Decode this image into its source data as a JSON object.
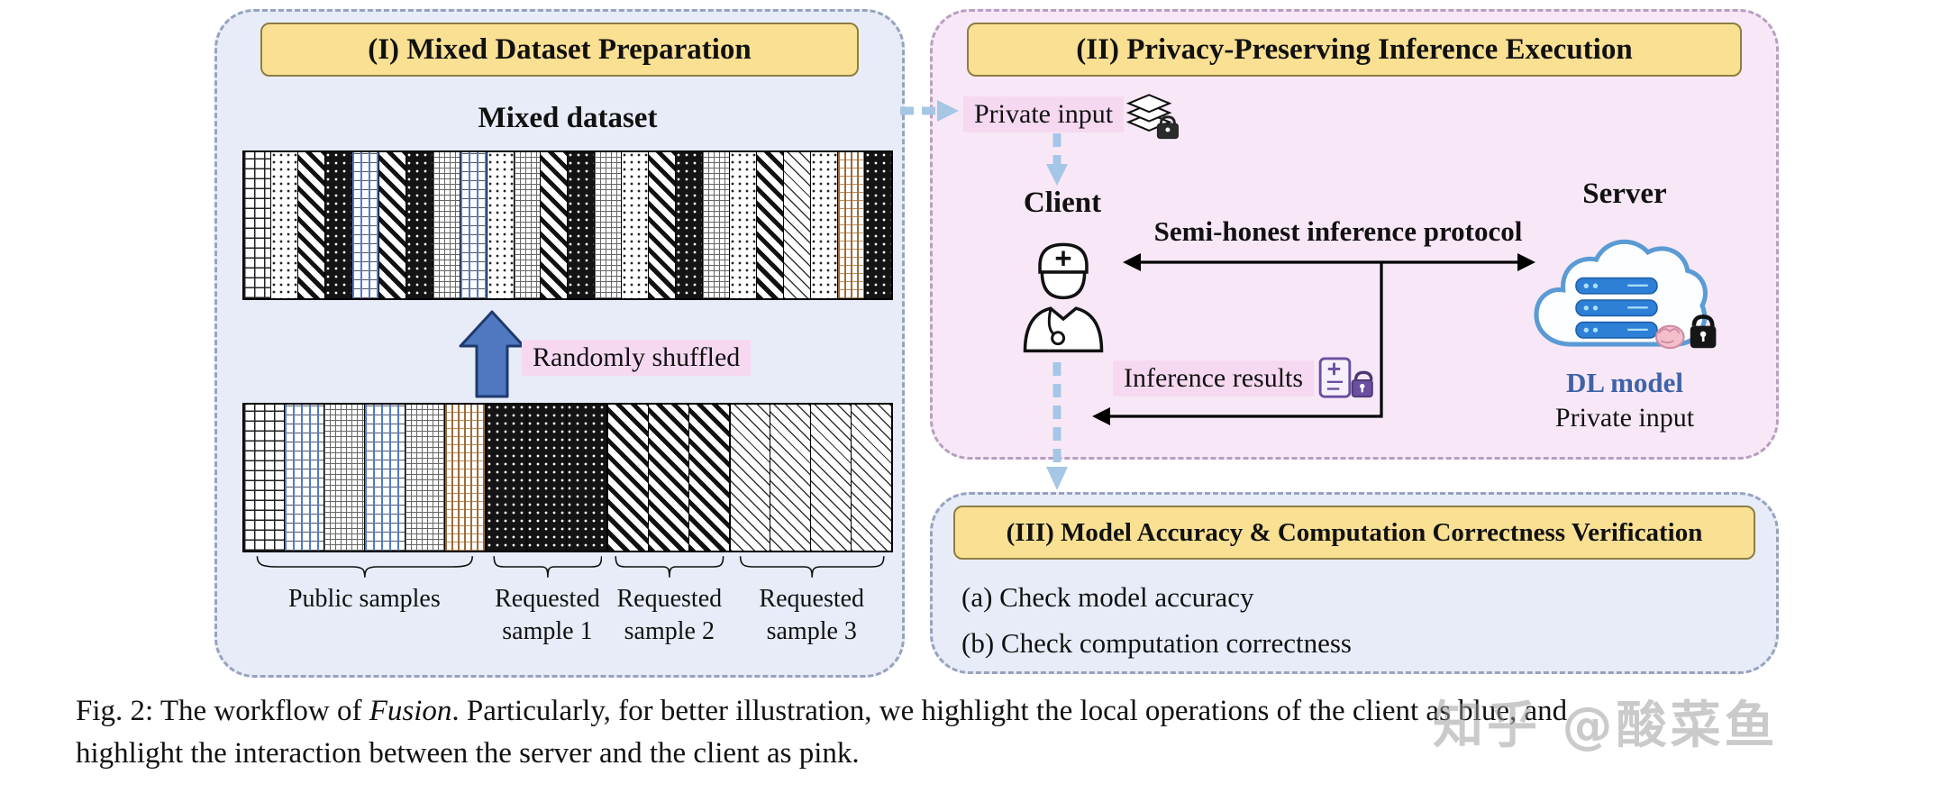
{
  "panel1": {
    "title": "(I) Mixed Dataset Preparation",
    "mixed_dataset_label": "Mixed dataset",
    "shuffle_label": "Randomly shuffled",
    "top_strip_patterns": [
      "grid-black",
      "dots-white",
      "hatch-heavy",
      "dots-black",
      "grid-blue",
      "hatch-heavy",
      "dots-black",
      "grid-fine",
      "grid-blue",
      "dots-white",
      "grid-fine",
      "hatch-heavy",
      "dots-black",
      "grid-fine",
      "dots-white",
      "hatch-heavy",
      "dots-black",
      "grid-fine",
      "dots-white",
      "hatch-heavy",
      "diag-thin",
      "dots-white",
      "stripe-brown",
      "dots-black"
    ],
    "bottom_groups": [
      {
        "label": "Public samples",
        "patterns": [
          "grid-black",
          "grid-blue",
          "grid-fine",
          "grid-blue",
          "grid-fine",
          "stripe-brown"
        ]
      },
      {
        "label": "Requested sample 1",
        "patterns": [
          "dots-black",
          "dots-black",
          "dots-black"
        ]
      },
      {
        "label": "Requested sample 2",
        "patterns": [
          "hatch-heavy",
          "hatch-heavy",
          "hatch-heavy"
        ]
      },
      {
        "label": "Requested sample 3",
        "patterns": [
          "diag-thin",
          "diag-thin",
          "diag-thin",
          "diag-thin"
        ]
      }
    ]
  },
  "panel2": {
    "title": "(II) Privacy-Preserving Inference Execution",
    "private_input_label": "Private input",
    "client_label": "Client",
    "protocol_label": "Semi-honest inference protocol",
    "server_label": "Server",
    "inference_results_label": "Inference results",
    "dl_model_label": "DL model",
    "server_private_input_label": "Private input"
  },
  "panel3": {
    "title": "(III) Model Accuracy & Computation Correctness Verification",
    "items": [
      "(a) Check model accuracy",
      "(b) Check computation correctness"
    ]
  },
  "caption": {
    "line1_pre": "Fig. 2: The workflow of ",
    "line1_italic": "Fusion",
    "line1_post": ". Particularly, for better illustration, we highlight the local operations of the client as blue, and",
    "line2": "highlight the interaction between the server and the client as pink."
  },
  "watermark": "知乎 @酸菜鱼",
  "icons": {
    "private_input": "stacked-layers-lock-icon",
    "client": "doctor-icon",
    "server": "cloud-server-brain-lock-icon",
    "inference_results": "report-lock-icon",
    "shuffle": "block-arrow-up-icon"
  },
  "colors": {
    "panel_blue_bg": "#e7ecf8",
    "panel_pink_bg": "#f8e8f7",
    "title_bar_bg": "#fae093",
    "highlight_pink": "#f6d9f1",
    "client_flow_blue": "#a6c6e6",
    "shuffle_arrow_blue": "#4f78c0",
    "dl_model_text": "#3f63a8"
  }
}
